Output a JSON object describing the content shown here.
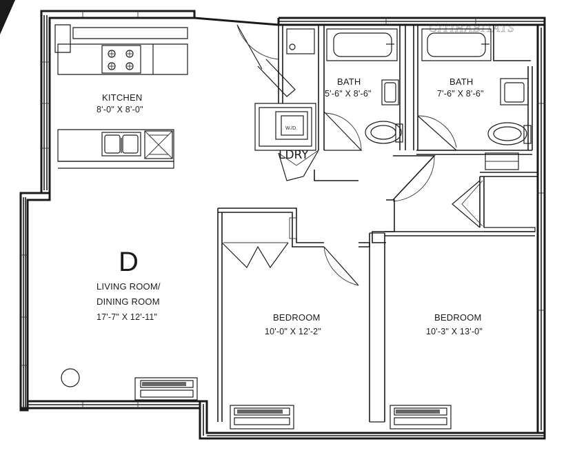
{
  "plan": {
    "unit_letter": "D",
    "watermark": "CITIHABITATS",
    "rooms": {
      "kitchen": {
        "name": "KITCHEN",
        "dims": "8'-0\" X 8'-0\""
      },
      "bath1": {
        "name": "BATH",
        "dims": "5'-6\" X 8'-6\""
      },
      "bath2": {
        "name": "BATH",
        "dims": "7'-6\" X 8'-6\""
      },
      "laundry": {
        "name": "LDRY",
        "appliance": "W./D."
      },
      "living": {
        "name_line1": "LIVING ROOM/",
        "name_line2": "DINING ROOM",
        "dims": "17'-7\" X 12'-11\""
      },
      "bedroom1": {
        "name": "BEDROOM",
        "dims": "10'-0\" X 12'-2\""
      },
      "bedroom2": {
        "name": "BEDROOM",
        "dims": "10'-3\" X 13'-0\""
      }
    }
  }
}
